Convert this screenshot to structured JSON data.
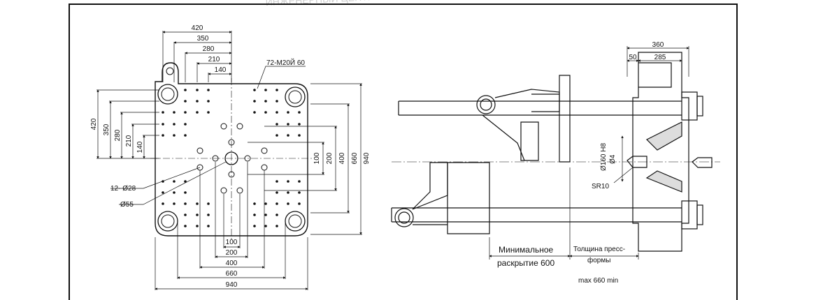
{
  "watermark": "ИНЖЕНЕРНЫЙ ЦЕНТР",
  "left_view": {
    "top_dims": [
      "420",
      "350",
      "280",
      "210",
      "140"
    ],
    "left_dims": [
      "420",
      "350",
      "280",
      "210",
      "140"
    ],
    "right_dims": [
      "100",
      "200",
      "400",
      "660",
      "940"
    ],
    "bottom_dims": [
      "100",
      "200",
      "400",
      "660",
      "940"
    ],
    "callouts": {
      "tapped_holes": "72-M20Й 60",
      "through_holes": "12- Ø28",
      "center_hole": "Ø55"
    }
  },
  "right_view": {
    "top_dims": {
      "overall": "360",
      "offset": "50",
      "thickness": "285"
    },
    "nozzle_dims": {
      "locating_ring": "Ø160 H8",
      "nozzle_hole": "Ø4",
      "sphere_radius": "SR10"
    },
    "min_opening_label": [
      "Минимальное",
      "раскрытие 600"
    ],
    "mold_thickness_label": [
      "Толщина пресс-",
      "формы"
    ],
    "mold_range": "max 660 min"
  },
  "colors": {
    "line": "#111111",
    "paper": "#ffffff",
    "watermark": "#d0d0d0"
  }
}
